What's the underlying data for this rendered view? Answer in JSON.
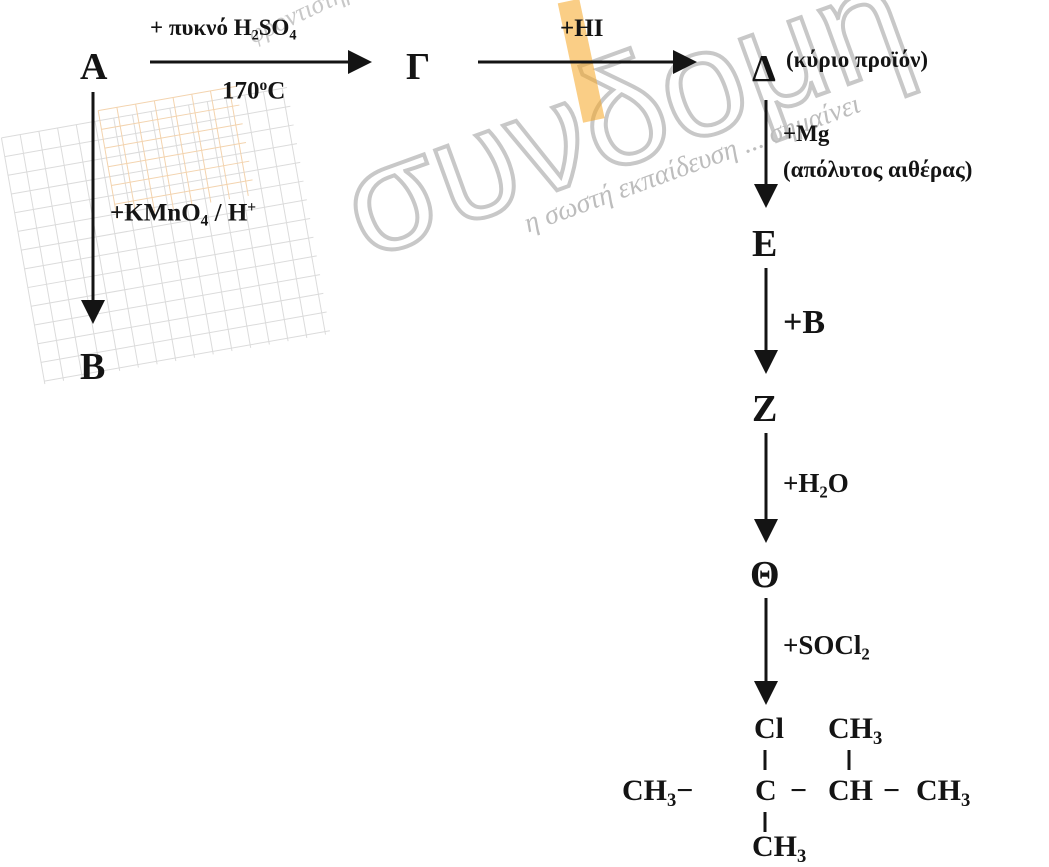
{
  "reaction_scheme": {
    "compounds": {
      "A": "A",
      "B": "B",
      "G": "Γ",
      "D": "Δ",
      "E": "E",
      "Z": "Z",
      "Th": "Θ"
    },
    "conditions": {
      "a_to_g_top_prefix": "+ πυκνό H",
      "a_to_g_top_sub1": "2",
      "a_to_g_top_mid": "SO",
      "a_to_g_top_sub2": "4",
      "a_to_g_bottom_num": "170",
      "a_to_g_bottom_sup": "o",
      "a_to_g_bottom_unit": "C",
      "g_to_d": "+HI",
      "d_note": "(κύριο προϊόν)",
      "a_to_b_prefix": "+KMnO",
      "a_to_b_sub": "4",
      "a_to_b_mid": " / H",
      "a_to_b_sup": "+",
      "d_to_e_reagent": "+Mg",
      "d_to_e_solvent": "(απόλυτος αιθέρας)",
      "e_to_z": "+B",
      "z_to_th_prefix": "+H",
      "z_to_th_sub": "2",
      "z_to_th_suffix": "O",
      "th_to_final_prefix": "+SOCl",
      "th_to_final_sub": "2"
    },
    "final_product": {
      "top_cl": "Cl",
      "top_ch3": "CH",
      "top_ch3_sub": "3",
      "left_ch3": "CH",
      "left_ch3_sub": "3",
      "center_c": "C",
      "right_ch": "CH",
      "end_ch3": "CH",
      "end_ch3_sub": "3",
      "bottom_ch3": "CH",
      "bottom_ch3_sub": "3",
      "dash": "−"
    }
  },
  "watermark": {
    "logo_text": "συνδομή",
    "slogan": "η σωστή εκπαίδευση ... σημαίνει",
    "top_text": "φροντιστήριο",
    "accent_color": "#f5a623",
    "logo_color": "#c8c8c8"
  }
}
